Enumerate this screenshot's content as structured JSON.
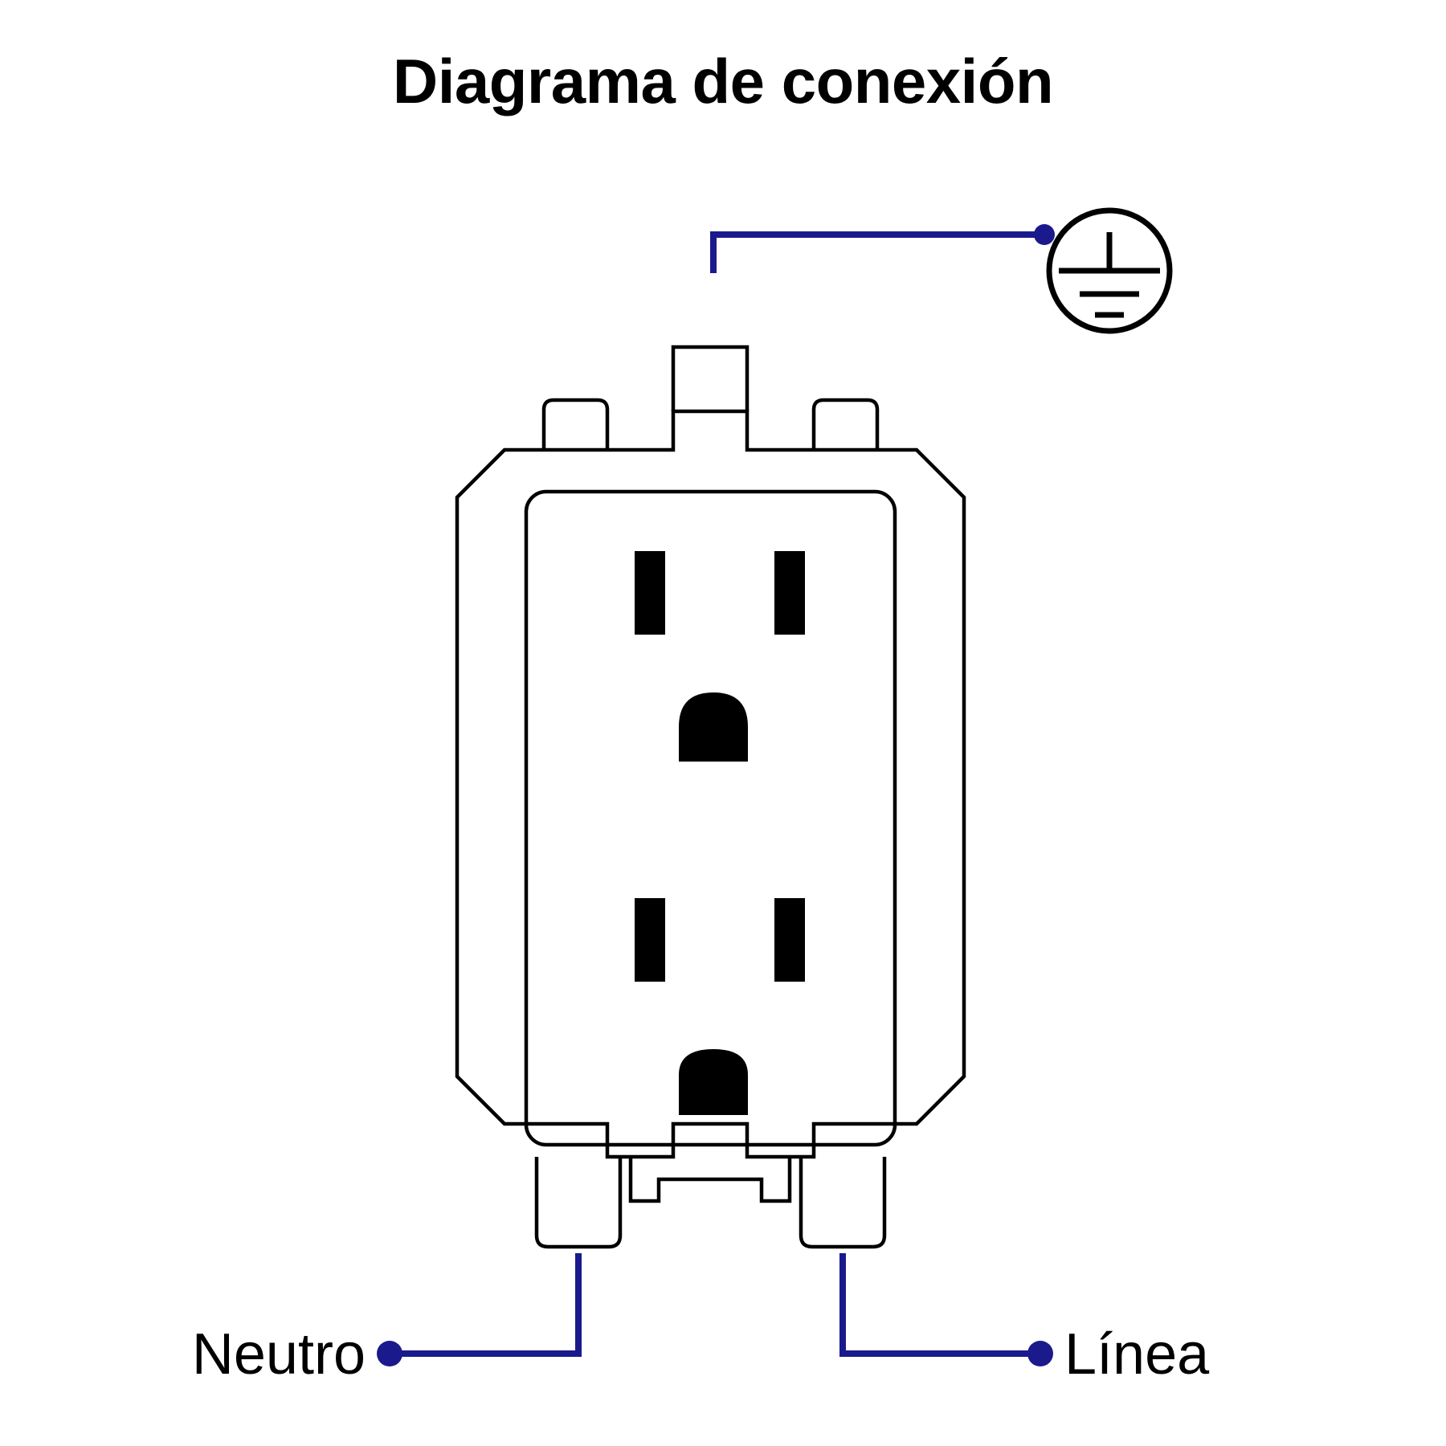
{
  "title": "Diagrama de conexión",
  "colors": {
    "wire": "#1a1a8c",
    "outline": "#000000",
    "slot": "#000000",
    "background": "#ffffff"
  },
  "labels": {
    "neutral": "Neutro",
    "line": "Línea"
  },
  "symbols": {
    "ground": "ground-symbol"
  },
  "terminals": [
    {
      "id": "ground",
      "label": "",
      "symbol": "ground-symbol",
      "side": "top-right"
    },
    {
      "id": "neutral",
      "label": "Neutro",
      "side": "bottom-left"
    },
    {
      "id": "line",
      "label": "Línea",
      "side": "bottom-right"
    }
  ],
  "device": {
    "name": "duplex-receptacle",
    "outlets": 2,
    "slots_per_outlet": [
      "neutral-blade",
      "line-blade",
      "ground-pin"
    ]
  }
}
